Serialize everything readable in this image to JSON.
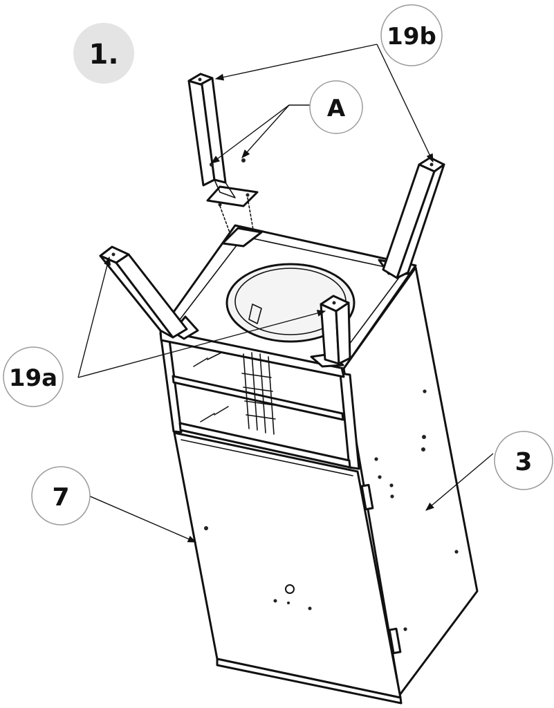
{
  "step": {
    "number": "1."
  },
  "callouts": {
    "legs_rear": "19b",
    "bolts": "A",
    "legs_front": "19a",
    "cabinet_side": "3",
    "door": "7"
  },
  "colors": {
    "line": "#111111",
    "step_badge": "#e4e4e4",
    "bubble_stroke": "#999999",
    "background": "#ffffff"
  }
}
